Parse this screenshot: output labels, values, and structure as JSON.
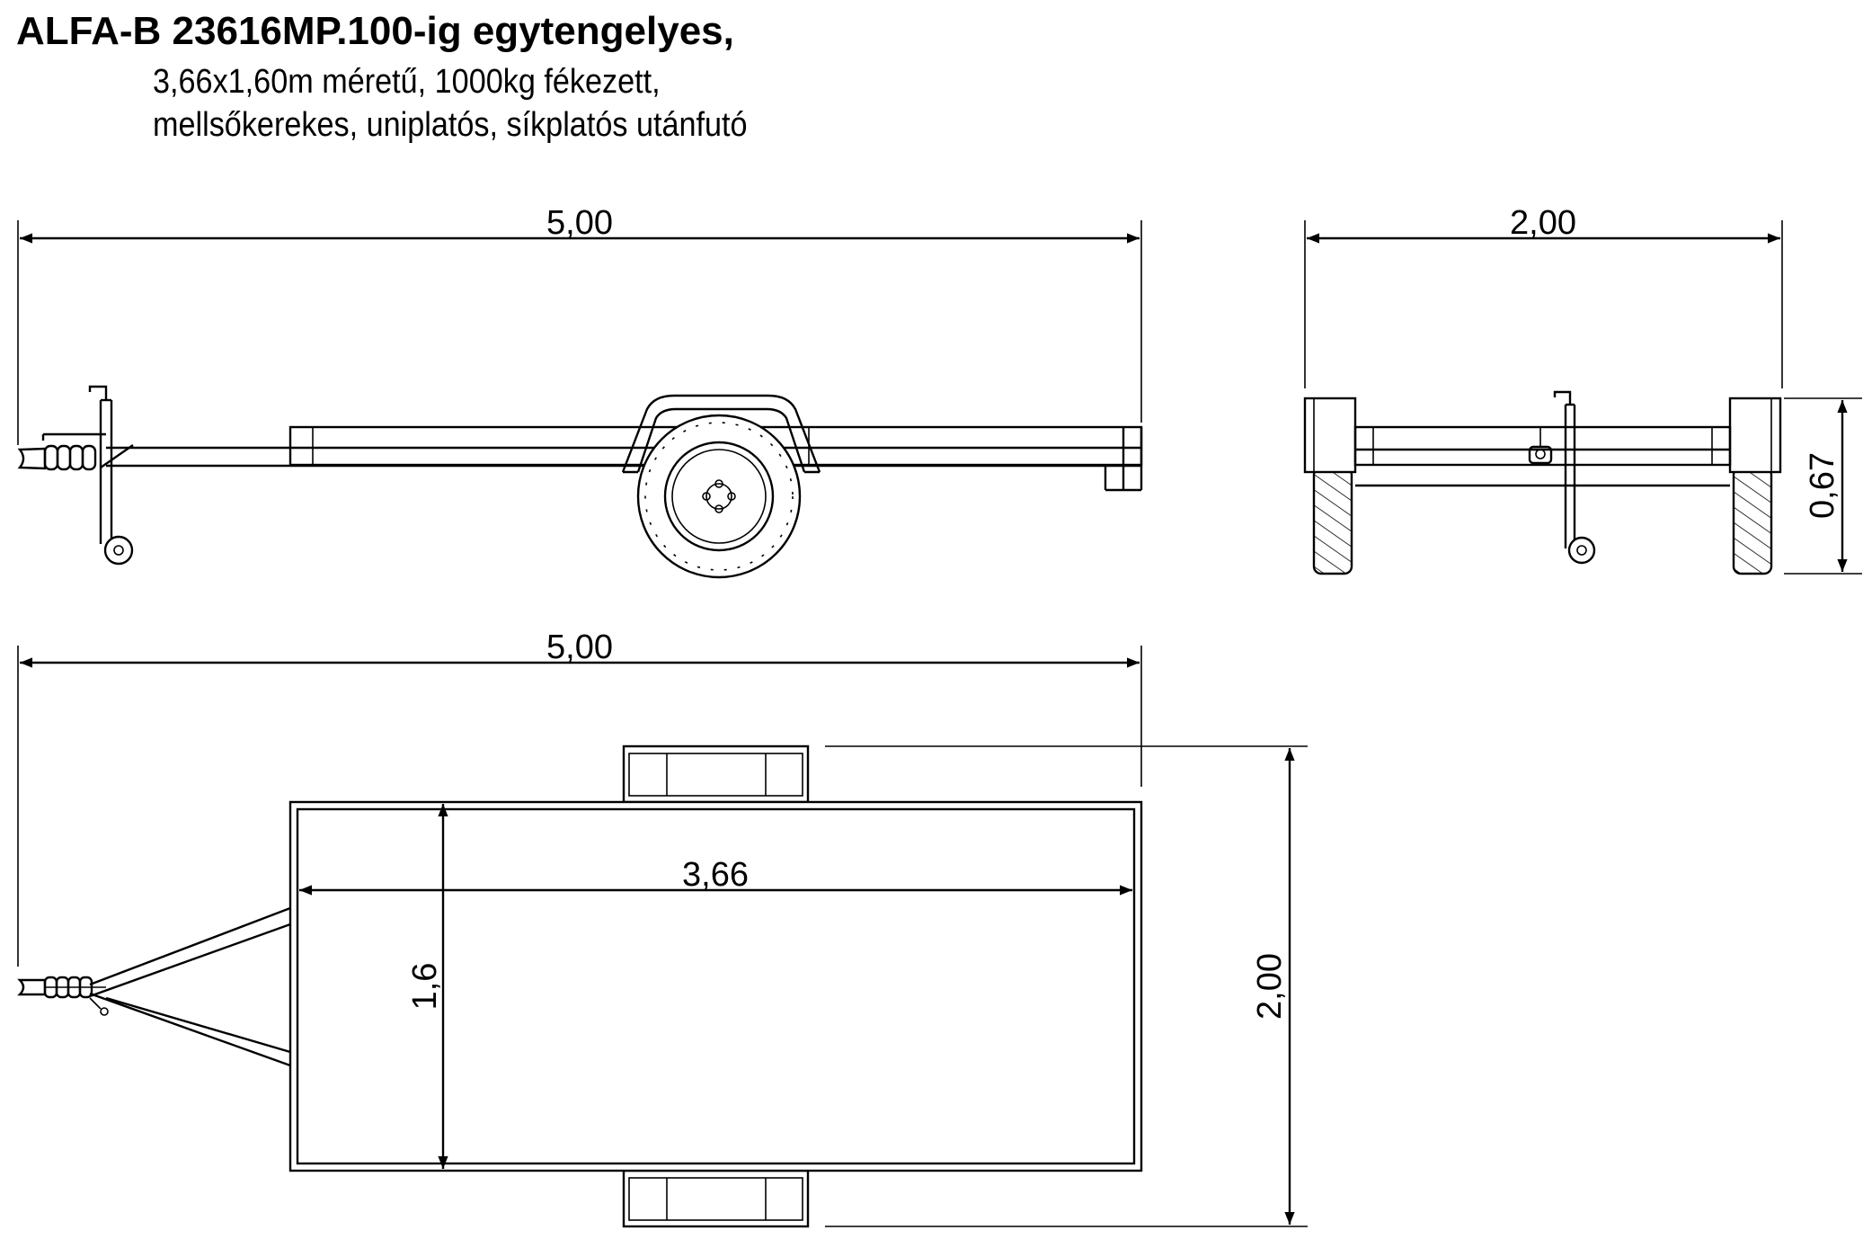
{
  "title": "ALFA-B 23616MP.100-ig egytengelyes,",
  "subtitle_line1": "3,66x1,60m méretű, 1000kg fékezett,",
  "subtitle_line2": "mellsőkerekes, uniplatós, síkplatós utánfutó",
  "dimensions": {
    "side_length": "5,00",
    "front_width": "2,00",
    "front_height": "0,67",
    "top_length": "5,00",
    "platform_length": "3,66",
    "platform_width": "1,6",
    "overall_width": "2,00"
  }
}
